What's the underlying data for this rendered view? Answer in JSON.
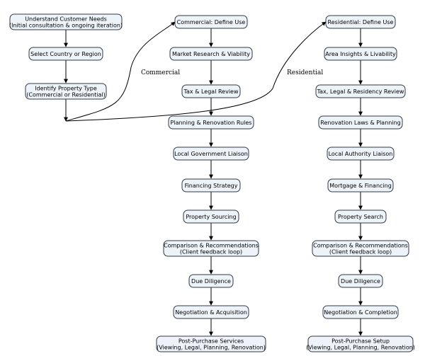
{
  "diagram": {
    "nodes": [
      {
        "id": "understand",
        "lines": [
          "Understand Customer Needs",
          "(Initial consultation & ongoing iteration)"
        ]
      },
      {
        "id": "country",
        "lines": [
          "Select Country or Region"
        ]
      },
      {
        "id": "ptype",
        "lines": [
          "Identify Property Type",
          "(Commercial or Residential)"
        ]
      },
      {
        "id": "c_define",
        "lines": [
          "Commercial: Define Use"
        ]
      },
      {
        "id": "c_market",
        "lines": [
          "Market Research & Viability"
        ]
      },
      {
        "id": "c_tax",
        "lines": [
          "Tax & Legal Review"
        ]
      },
      {
        "id": "c_planning",
        "lines": [
          "Planning & Renovation Rules"
        ]
      },
      {
        "id": "c_gov",
        "lines": [
          "Local Government Liaison"
        ]
      },
      {
        "id": "c_fin",
        "lines": [
          "Financing Strategy"
        ]
      },
      {
        "id": "c_source",
        "lines": [
          "Property Sourcing"
        ]
      },
      {
        "id": "c_compare",
        "lines": [
          "Comparison & Recommendations",
          "(Client feedback loop)"
        ]
      },
      {
        "id": "c_due",
        "lines": [
          "Due Diligence"
        ]
      },
      {
        "id": "c_neg",
        "lines": [
          "Negotiation & Acquisition"
        ]
      },
      {
        "id": "c_post",
        "lines": [
          "Post-Purchase Services",
          "(Viewing, Legal, Planning, Renovation)"
        ]
      },
      {
        "id": "r_define",
        "lines": [
          "Residential: Define Use"
        ]
      },
      {
        "id": "r_area",
        "lines": [
          "Area Insights & Livability"
        ]
      },
      {
        "id": "r_tax",
        "lines": [
          "Tax, Legal & Residency Review"
        ]
      },
      {
        "id": "r_reno",
        "lines": [
          "Renovation Laws & Planning"
        ]
      },
      {
        "id": "r_auth",
        "lines": [
          "Local Authority Liaison"
        ]
      },
      {
        "id": "r_mort",
        "lines": [
          "Mortgage & Financing"
        ]
      },
      {
        "id": "r_search",
        "lines": [
          "Property Search"
        ]
      },
      {
        "id": "r_compare",
        "lines": [
          "Comparison & Recommendations",
          "(Client feedback loop)"
        ]
      },
      {
        "id": "r_due",
        "lines": [
          "Due Diligence"
        ]
      },
      {
        "id": "r_neg",
        "lines": [
          "Negotiation & Completion"
        ]
      },
      {
        "id": "r_post",
        "lines": [
          "Post-Purchase Setup",
          "(Viewing, Legal, Planning, Renovation)"
        ]
      }
    ],
    "edge_labels": {
      "commercial": "Commercial",
      "residential": "Residential"
    }
  }
}
